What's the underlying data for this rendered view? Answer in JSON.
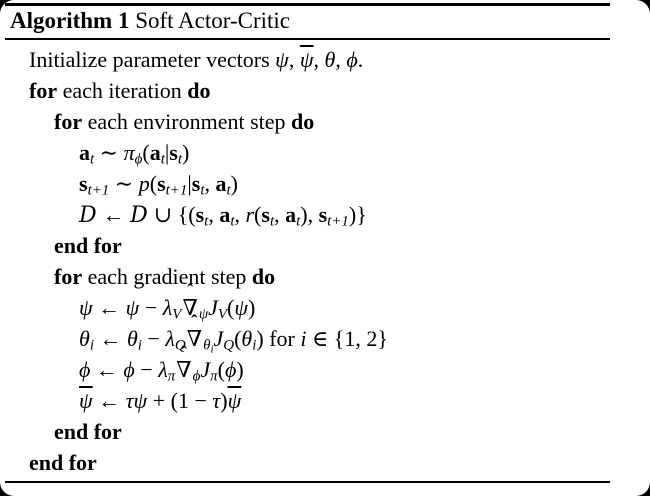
{
  "colors": {
    "canvas_background": "#000000",
    "page_background": "#ffffff",
    "text": "#000000"
  },
  "title": {
    "label_bold": "Algorithm 1",
    "label_rest": " Soft Actor-Critic"
  },
  "algorithm": {
    "lines": [
      {
        "indent": 0,
        "segments": [
          {
            "s": "rm",
            "t": "Initialize parameter vectors "
          },
          {
            "s": "i",
            "t": "ψ"
          },
          {
            "s": "rm",
            "t": ", "
          },
          {
            "s": "ibar",
            "t": "ψ"
          },
          {
            "s": "rm",
            "t": ", "
          },
          {
            "s": "i",
            "t": "θ"
          },
          {
            "s": "rm",
            "t": ", "
          },
          {
            "s": "i",
            "t": "ϕ"
          },
          {
            "s": "rm",
            "t": "."
          }
        ]
      },
      {
        "indent": 0,
        "segments": [
          {
            "s": "b",
            "t": "for"
          },
          {
            "s": "rm",
            "t": " each iteration "
          },
          {
            "s": "b",
            "t": "do"
          }
        ]
      },
      {
        "indent": 1,
        "segments": [
          {
            "s": "b",
            "t": "for"
          },
          {
            "s": "rm",
            "t": " each environment step "
          },
          {
            "s": "b",
            "t": "do"
          }
        ]
      },
      {
        "indent": 2,
        "segments": [
          {
            "s": "b",
            "t": "a"
          },
          {
            "s": "sub",
            "t": "t"
          },
          {
            "s": "rm",
            "t": " ∼ "
          },
          {
            "s": "i",
            "t": "π"
          },
          {
            "s": "sub",
            "t": "ϕ"
          },
          {
            "s": "rm",
            "t": "("
          },
          {
            "s": "b",
            "t": "a"
          },
          {
            "s": "sub",
            "t": "t"
          },
          {
            "s": "rm",
            "t": "|"
          },
          {
            "s": "b",
            "t": "s"
          },
          {
            "s": "sub",
            "t": "t"
          },
          {
            "s": "rm",
            "t": ")"
          }
        ]
      },
      {
        "indent": 2,
        "segments": [
          {
            "s": "b",
            "t": "s"
          },
          {
            "s": "sub",
            "t": "t+1"
          },
          {
            "s": "rm",
            "t": " ∼ "
          },
          {
            "s": "i",
            "t": "p"
          },
          {
            "s": "rm",
            "t": "("
          },
          {
            "s": "b",
            "t": "s"
          },
          {
            "s": "sub",
            "t": "t+1"
          },
          {
            "s": "rm",
            "t": "|"
          },
          {
            "s": "b",
            "t": "s"
          },
          {
            "s": "sub",
            "t": "t"
          },
          {
            "s": "rm",
            "t": ", "
          },
          {
            "s": "b",
            "t": "a"
          },
          {
            "s": "sub",
            "t": "t"
          },
          {
            "s": "rm",
            "t": ")"
          }
        ]
      },
      {
        "indent": 2,
        "segments": [
          {
            "s": "cal",
            "t": "D"
          },
          {
            "s": "rm",
            "t": " ← "
          },
          {
            "s": "cal",
            "t": "D"
          },
          {
            "s": "rm",
            "t": " ∪ {("
          },
          {
            "s": "b",
            "t": "s"
          },
          {
            "s": "sub",
            "t": "t"
          },
          {
            "s": "rm",
            "t": ", "
          },
          {
            "s": "b",
            "t": "a"
          },
          {
            "s": "sub",
            "t": "t"
          },
          {
            "s": "rm",
            "t": ", "
          },
          {
            "s": "i",
            "t": "r"
          },
          {
            "s": "rm",
            "t": "("
          },
          {
            "s": "b",
            "t": "s"
          },
          {
            "s": "sub",
            "t": "t"
          },
          {
            "s": "rm",
            "t": ", "
          },
          {
            "s": "b",
            "t": "a"
          },
          {
            "s": "sub",
            "t": "t"
          },
          {
            "s": "rm",
            "t": "), "
          },
          {
            "s": "b",
            "t": "s"
          },
          {
            "s": "sub",
            "t": "t+1"
          },
          {
            "s": "rm",
            "t": ")}"
          }
        ]
      },
      {
        "indent": 1,
        "segments": [
          {
            "s": "b",
            "t": "end for"
          }
        ]
      },
      {
        "indent": 1,
        "segments": [
          {
            "s": "b",
            "t": "for"
          },
          {
            "s": "rm",
            "t": " each gradient step "
          },
          {
            "s": "b",
            "t": "do"
          }
        ]
      },
      {
        "indent": 2,
        "segments": [
          {
            "s": "i",
            "t": "ψ"
          },
          {
            "s": "rm",
            "t": " ← "
          },
          {
            "s": "i",
            "t": "ψ"
          },
          {
            "s": "rm",
            "t": " − "
          },
          {
            "s": "i",
            "t": "λ"
          },
          {
            "s": "sub",
            "t": "V"
          },
          {
            "s": "nablahat",
            "t": "ˆ∇"
          },
          {
            "s": "sub",
            "t": "ψ"
          },
          {
            "s": "i",
            "t": "J"
          },
          {
            "s": "sub",
            "t": "V"
          },
          {
            "s": "rm",
            "t": "("
          },
          {
            "s": "i",
            "t": "ψ"
          },
          {
            "s": "rm",
            "t": ")"
          }
        ]
      },
      {
        "indent": 2,
        "segments": [
          {
            "s": "i",
            "t": "θ"
          },
          {
            "s": "sub",
            "t": "i"
          },
          {
            "s": "rm",
            "t": " ← "
          },
          {
            "s": "i",
            "t": "θ"
          },
          {
            "s": "sub",
            "t": "i"
          },
          {
            "s": "rm",
            "t": " − "
          },
          {
            "s": "i",
            "t": "λ"
          },
          {
            "s": "sub",
            "t": "Q"
          },
          {
            "s": "nablahat",
            "t": "ˆ∇"
          },
          {
            "s": "sub",
            "t": "θ"
          },
          {
            "s": "subsub",
            "t": "i"
          },
          {
            "s": "i",
            "t": "J"
          },
          {
            "s": "sub",
            "t": "Q"
          },
          {
            "s": "rm",
            "t": "("
          },
          {
            "s": "i",
            "t": "θ"
          },
          {
            "s": "sub",
            "t": "i"
          },
          {
            "s": "rm",
            "t": ") for "
          },
          {
            "s": "i",
            "t": "i"
          },
          {
            "s": "rm",
            "t": " ∈ {1, 2}"
          }
        ]
      },
      {
        "indent": 2,
        "segments": [
          {
            "s": "i",
            "t": "ϕ"
          },
          {
            "s": "rm",
            "t": " ← "
          },
          {
            "s": "i",
            "t": "ϕ"
          },
          {
            "s": "rm",
            "t": " − "
          },
          {
            "s": "i",
            "t": "λ"
          },
          {
            "s": "sub",
            "t": "π"
          },
          {
            "s": "nablahat",
            "t": "ˆ∇"
          },
          {
            "s": "sub",
            "t": "ϕ"
          },
          {
            "s": "i",
            "t": "J"
          },
          {
            "s": "sub",
            "t": "π"
          },
          {
            "s": "rm",
            "t": "("
          },
          {
            "s": "i",
            "t": "ϕ"
          },
          {
            "s": "rm",
            "t": ")"
          }
        ]
      },
      {
        "indent": 2,
        "segments": [
          {
            "s": "ibar",
            "t": "ψ"
          },
          {
            "s": "rm",
            "t": " ← "
          },
          {
            "s": "i",
            "t": "τψ"
          },
          {
            "s": "rm",
            "t": " + (1 − "
          },
          {
            "s": "i",
            "t": "τ"
          },
          {
            "s": "rm",
            "t": ")"
          },
          {
            "s": "ibar",
            "t": "ψ"
          }
        ]
      },
      {
        "indent": 1,
        "segments": [
          {
            "s": "b",
            "t": "end for"
          }
        ]
      },
      {
        "indent": 0,
        "segments": [
          {
            "s": "b",
            "t": "end for"
          }
        ]
      }
    ]
  }
}
